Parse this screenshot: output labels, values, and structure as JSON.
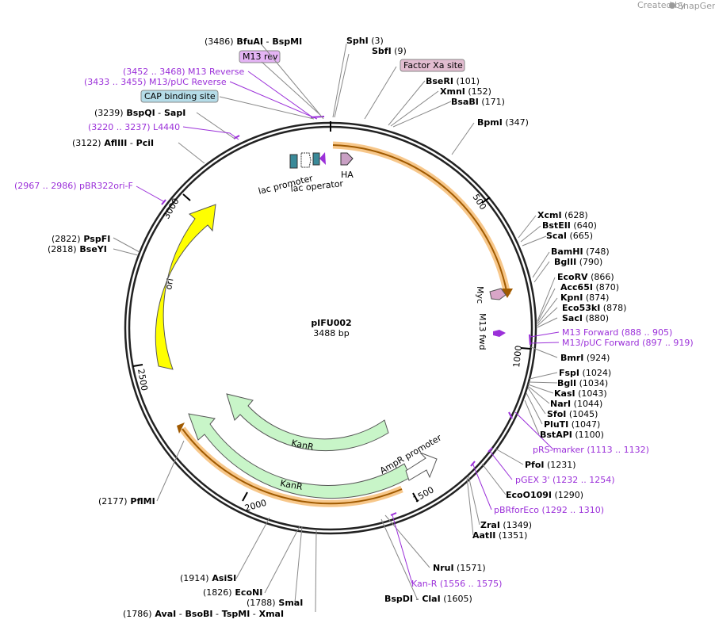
{
  "watermark": {
    "created_by": "Created by",
    "brand": "SnapGene"
  },
  "plasmid": {
    "name": "pIFU002",
    "size": "3488 bp"
  },
  "ticks": [
    {
      "label": "500"
    },
    {
      "label": "1000"
    },
    {
      "label": "1500"
    },
    {
      "label": "2000"
    },
    {
      "label": "2500"
    },
    {
      "label": "3000"
    }
  ],
  "features": {
    "orf_top": "",
    "ha": "HA",
    "myc": "Myc",
    "m13fwd": "M13 fwd",
    "lac_promoter": "lac promoter",
    "lac_operator": "lac operator",
    "ori": "ori",
    "kanr_inner": "KanR",
    "kanr_outer": "KanR",
    "ampr_promoter": "AmpR promoter"
  },
  "boxed_labels": {
    "m13rev": "M13 rev",
    "factor_xa": "Factor Xa site",
    "cap": "CAP binding site"
  },
  "sites": [
    {
      "id": "bfuai",
      "text": [
        [
          "(3486)",
          "n"
        ],
        [
          "BfuAI",
          "b"
        ],
        [
          "-",
          "n"
        ],
        [
          "BspMI",
          "b"
        ]
      ]
    },
    {
      "id": "sphi",
      "text": [
        [
          "SphI",
          "b"
        ],
        [
          "(3)",
          "n"
        ]
      ]
    },
    {
      "id": "sbfi",
      "text": [
        [
          "SbfI",
          "b"
        ],
        [
          "(9)",
          "n"
        ]
      ]
    },
    {
      "id": "m13rev_p",
      "text": [
        [
          "(3452 .. 3468)",
          "p"
        ],
        [
          "M13 Reverse",
          "p"
        ]
      ]
    },
    {
      "id": "m13puc_rev",
      "text": [
        [
          "(3433 .. 3455)",
          "p"
        ],
        [
          "M13/pUC Reverse",
          "p"
        ]
      ]
    },
    {
      "id": "bseri",
      "text": [
        [
          "BseRI",
          "b"
        ],
        [
          "(101)",
          "n"
        ]
      ]
    },
    {
      "id": "xmni",
      "text": [
        [
          "XmnI",
          "b"
        ],
        [
          "(152)",
          "n"
        ]
      ]
    },
    {
      "id": "bsabi",
      "text": [
        [
          "BsaBI",
          "b"
        ],
        [
          "(171)",
          "n"
        ]
      ]
    },
    {
      "id": "bspqi",
      "text": [
        [
          "(3239)",
          "n"
        ],
        [
          "BspQI",
          "b"
        ],
        [
          "-",
          "n"
        ],
        [
          "SapI",
          "b"
        ]
      ]
    },
    {
      "id": "l4440",
      "text": [
        [
          "(3220 .. 3237)",
          "p"
        ],
        [
          "L4440",
          "p"
        ]
      ]
    },
    {
      "id": "bpmi",
      "text": [
        [
          "BpmI",
          "b"
        ],
        [
          "(347)",
          "n"
        ]
      ]
    },
    {
      "id": "afliii",
      "text": [
        [
          "(3122)",
          "n"
        ],
        [
          "AflIII",
          "b"
        ],
        [
          "-",
          "n"
        ],
        [
          "PciI",
          "b"
        ]
      ]
    },
    {
      "id": "pbr322",
      "text": [
        [
          "(2967 .. 2986)",
          "p"
        ],
        [
          "pBR322ori-F",
          "p"
        ]
      ]
    },
    {
      "id": "xcmi",
      "text": [
        [
          "XcmI",
          "b"
        ],
        [
          "(628)",
          "n"
        ]
      ]
    },
    {
      "id": "bsteii",
      "text": [
        [
          "BstEII",
          "b"
        ],
        [
          "(640)",
          "n"
        ]
      ]
    },
    {
      "id": "scai",
      "text": [
        [
          "ScaI",
          "b"
        ],
        [
          "(665)",
          "n"
        ]
      ]
    },
    {
      "id": "pspfi",
      "text": [
        [
          "(2822)",
          "n"
        ],
        [
          "PspFI",
          "b"
        ]
      ]
    },
    {
      "id": "bseyi",
      "text": [
        [
          "(2818)",
          "n"
        ],
        [
          "BseYI",
          "b"
        ]
      ]
    },
    {
      "id": "bamhi",
      "text": [
        [
          "BamHI",
          "b"
        ],
        [
          "(748)",
          "n"
        ]
      ]
    },
    {
      "id": "bglii",
      "text": [
        [
          "BglII",
          "b"
        ],
        [
          "(790)",
          "n"
        ]
      ]
    },
    {
      "id": "ecorv",
      "text": [
        [
          "EcoRV",
          "b"
        ],
        [
          "(866)",
          "n"
        ]
      ]
    },
    {
      "id": "acc65i",
      "text": [
        [
          "Acc65I",
          "b"
        ],
        [
          "(870)",
          "n"
        ]
      ]
    },
    {
      "id": "kpni",
      "text": [
        [
          "KpnI",
          "b"
        ],
        [
          "(874)",
          "n"
        ]
      ]
    },
    {
      "id": "eco53ki",
      "text": [
        [
          "Eco53kI",
          "b"
        ],
        [
          "(878)",
          "n"
        ]
      ]
    },
    {
      "id": "saci",
      "text": [
        [
          "SacI",
          "b"
        ],
        [
          "(880)",
          "n"
        ]
      ]
    },
    {
      "id": "m13fwd_p",
      "text": [
        [
          "M13 Forward",
          "p"
        ],
        [
          "(888 .. 905)",
          "p"
        ]
      ]
    },
    {
      "id": "m13puc_fwd",
      "text": [
        [
          "M13/pUC Forward",
          "p"
        ],
        [
          "(897 .. 919)",
          "p"
        ]
      ]
    },
    {
      "id": "bmri",
      "text": [
        [
          "BmrI",
          "b"
        ],
        [
          "(924)",
          "n"
        ]
      ]
    },
    {
      "id": "fspi",
      "text": [
        [
          "FspI",
          "b"
        ],
        [
          "(1024)",
          "n"
        ]
      ]
    },
    {
      "id": "bgli",
      "text": [
        [
          "BglI",
          "b"
        ],
        [
          "(1034)",
          "n"
        ]
      ]
    },
    {
      "id": "kasi",
      "text": [
        [
          "KasI",
          "b"
        ],
        [
          "(1043)",
          "n"
        ]
      ]
    },
    {
      "id": "nari",
      "text": [
        [
          "NarI",
          "b"
        ],
        [
          "(1044)",
          "n"
        ]
      ]
    },
    {
      "id": "sfoi",
      "text": [
        [
          "SfoI",
          "b"
        ],
        [
          "(1045)",
          "n"
        ]
      ]
    },
    {
      "id": "pluti",
      "text": [
        [
          "PluTI",
          "b"
        ],
        [
          "(1047)",
          "n"
        ]
      ]
    },
    {
      "id": "bstapi",
      "text": [
        [
          "BstAPI",
          "b"
        ],
        [
          "(1100)",
          "n"
        ]
      ]
    },
    {
      "id": "prsmarker",
      "text": [
        [
          "pRS-marker",
          "p"
        ],
        [
          "(1113 .. 1132)",
          "p"
        ]
      ]
    },
    {
      "id": "pfoi",
      "text": [
        [
          "PfoI",
          "b"
        ],
        [
          "(1231)",
          "n"
        ]
      ]
    },
    {
      "id": "pgex3",
      "text": [
        [
          "pGEX 3'",
          "p"
        ],
        [
          "(1232 .. 1254)",
          "p"
        ]
      ]
    },
    {
      "id": "eco0109i",
      "text": [
        [
          "EcoO109I",
          "b"
        ],
        [
          "(1290)",
          "n"
        ]
      ]
    },
    {
      "id": "pbrforeco",
      "text": [
        [
          "pBRforEco",
          "p"
        ],
        [
          "(1292 .. 1310)",
          "p"
        ]
      ]
    },
    {
      "id": "pfimi",
      "text": [
        [
          "(2177)",
          "n"
        ],
        [
          "PflMI",
          "b"
        ]
      ]
    },
    {
      "id": "zrai",
      "text": [
        [
          "ZraI",
          "b"
        ],
        [
          "(1349)",
          "n"
        ]
      ]
    },
    {
      "id": "aatii",
      "text": [
        [
          "AatII",
          "b"
        ],
        [
          "(1351)",
          "n"
        ]
      ]
    },
    {
      "id": "asisi",
      "text": [
        [
          "(1914)",
          "n"
        ],
        [
          "AsiSI",
          "b"
        ]
      ]
    },
    {
      "id": "nrui",
      "text": [
        [
          "NruI",
          "b"
        ],
        [
          "(1571)",
          "n"
        ]
      ]
    },
    {
      "id": "econi",
      "text": [
        [
          "(1826)",
          "n"
        ],
        [
          "EcoNI",
          "b"
        ]
      ]
    },
    {
      "id": "kanr_p",
      "text": [
        [
          "Kan-R",
          "p"
        ],
        [
          "(1556 .. 1575)",
          "p"
        ]
      ]
    },
    {
      "id": "smai",
      "text": [
        [
          "(1788)",
          "n"
        ],
        [
          "SmaI",
          "b"
        ]
      ]
    },
    {
      "id": "bspdi",
      "text": [
        [
          "BspDI",
          "b"
        ],
        [
          "-",
          "n"
        ],
        [
          "ClaI",
          "b"
        ],
        [
          "(1605)",
          "n"
        ]
      ]
    },
    {
      "id": "avai",
      "text": [
        [
          "(1786)",
          "n"
        ],
        [
          "AvaI",
          "b"
        ],
        [
          "-",
          "n"
        ],
        [
          "BsoBI",
          "b"
        ],
        [
          "-",
          "n"
        ],
        [
          "TspMI",
          "b"
        ],
        [
          "-",
          "n"
        ],
        [
          "XmaI",
          "b"
        ]
      ]
    }
  ],
  "colors": {
    "backbone": "#222222",
    "orf_fill": "#f7c78a",
    "orf_line": "#a05a00",
    "ori": "#ffff00",
    "kanr": "#c8f5c8",
    "primer": "#9b30d9",
    "myc": "#d9a6c8",
    "cap_box": "#b5dce8",
    "m13rev_box": "#e4b4f4",
    "factor_xa_box": "#e2bcd0"
  }
}
